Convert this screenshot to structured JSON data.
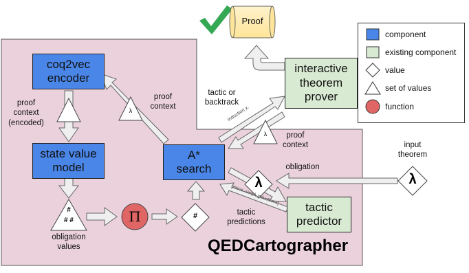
{
  "system_name": "QEDCartographer",
  "proof_label": "Proof",
  "components": {
    "coq2vec": "coq2vec\nencoder",
    "state_value": "state value\nmodel",
    "astar": "A*\nsearch",
    "itp": "interactive\ntheorem\nprover",
    "tactic_predictor": "tactic\npredictor"
  },
  "labels": {
    "proof_context_encoded": "proof\ncontext\n(encoded)",
    "proof_context_top": "proof\ncontext",
    "proof_context_mid": "proof\ncontext",
    "tactic_or_backtrack": "tactic or\nbacktrack",
    "obligation": "obligation",
    "tactic_predictions": "tactic\npredictions",
    "obligation_values": "obligation\nvalues",
    "input_theorem": "input\ntheorem"
  },
  "arrow_text": {
    "induction": "induction x.",
    "tactic_list": "[intros, simpl, induction x]"
  },
  "symbols": {
    "lambda": "λ",
    "pi": "Π",
    "hash": "#",
    "values_hashes": [
      "#",
      "# #"
    ]
  },
  "legend": {
    "component": "component",
    "existing_component": "existing component",
    "value": "value",
    "set_of_values": "set of values",
    "function": "function"
  },
  "colors": {
    "region": "#ead1dc",
    "component": "#4a86e8",
    "existing_component": "#d9ead3",
    "function": "#e06666",
    "arrow_fill": "#efefef",
    "check": "#34a853"
  }
}
